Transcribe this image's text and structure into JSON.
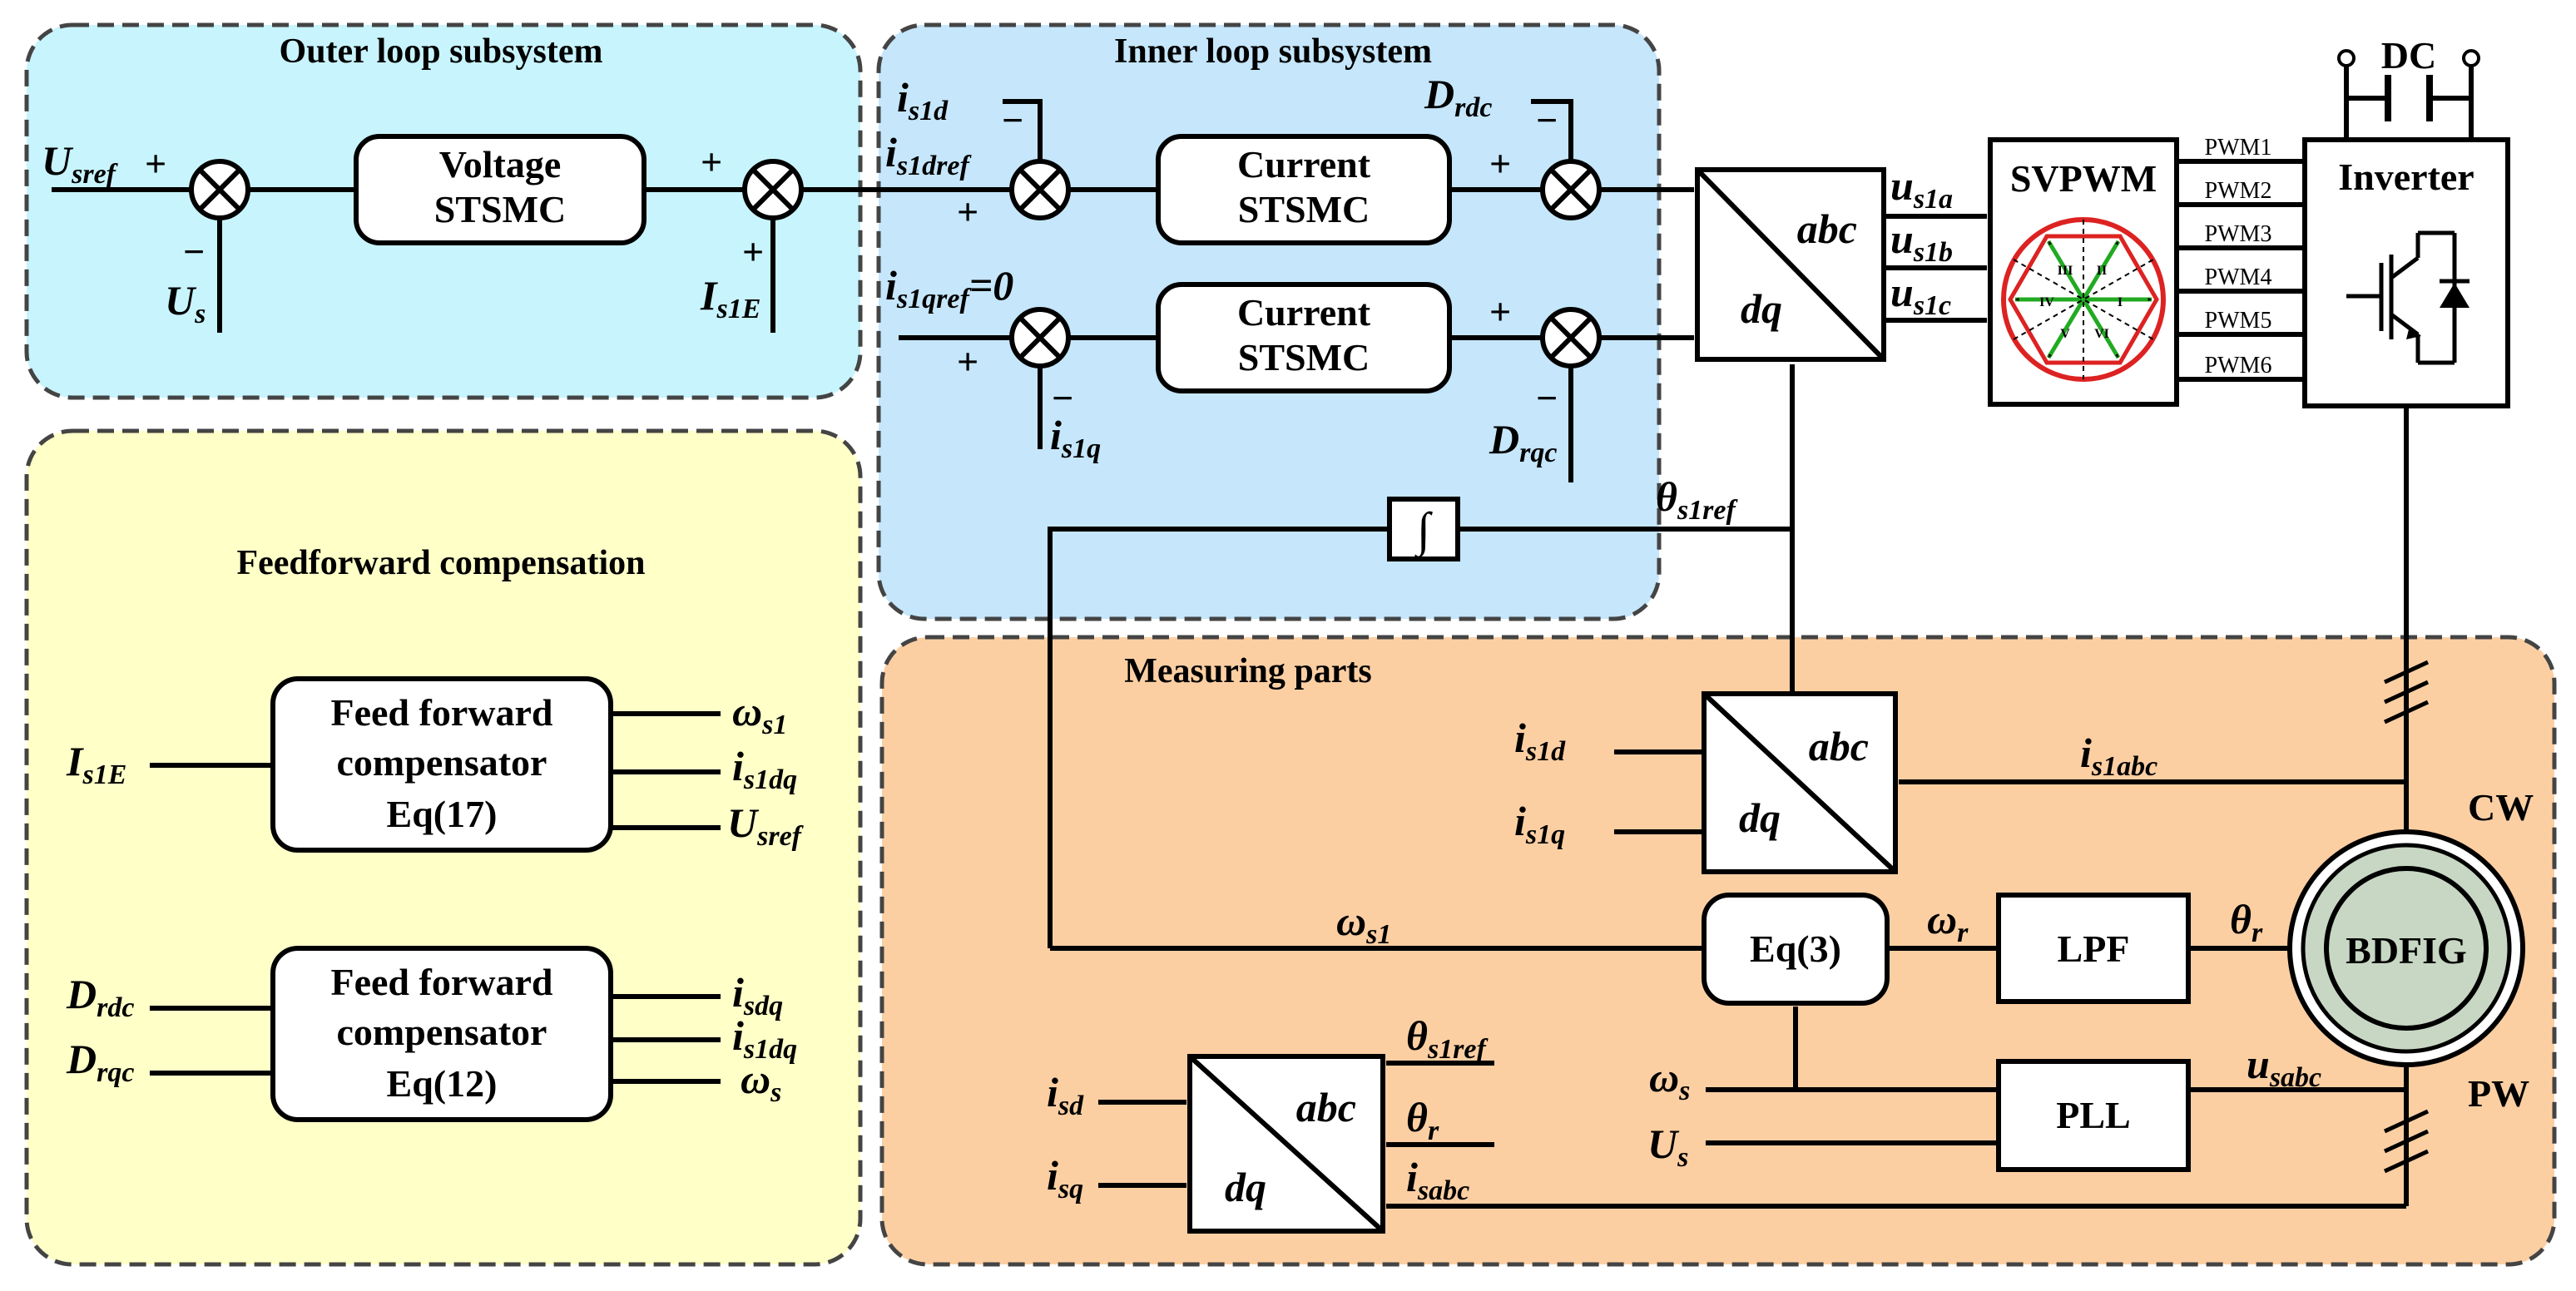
{
  "panels": {
    "outer": {
      "title": "Outer loop subsystem",
      "color": "#c8f4fd"
    },
    "inner": {
      "title": "Inner loop subsystem",
      "color": "#c5e6fb"
    },
    "feedforward": {
      "title": "Feedforward compensation",
      "color": "#ffffc8"
    },
    "measuring": {
      "title": "Measuring parts",
      "color": "#fccfa3"
    }
  },
  "blocks": {
    "voltage_stsmc": [
      "Voltage",
      "STSMC"
    ],
    "current_stsmc_d": [
      "Current",
      "STSMC"
    ],
    "current_stsmc_q": [
      "Current",
      "STSMC"
    ],
    "svpwm": "SVPWM",
    "inverter": "Inverter",
    "dc": "DC",
    "integrator": "∫",
    "eq3": "Eq(3)",
    "lpf": "LPF",
    "pll": "PLL",
    "machine": "BDFIG",
    "ff17": [
      "Feed forward",
      "compensator",
      "Eq(17)"
    ],
    "ff12": [
      "Feed forward",
      "compensator",
      "Eq(12)"
    ],
    "transform_abc": "abc",
    "transform_dq": "dq"
  },
  "pwm": [
    "PWM1",
    "PWM2",
    "PWM3",
    "PWM4",
    "PWM5",
    "PWM6"
  ],
  "sectors": [
    "I",
    "II",
    "III",
    "IV",
    "V",
    "VI"
  ],
  "ports": {
    "cw": "CW",
    "pw": "PW"
  },
  "signs": {
    "plus": "+",
    "minus": "−"
  },
  "signals": {
    "usref": {
      "base": "U",
      "sub": "sref"
    },
    "us_fb": {
      "base": "U",
      "sub": "s"
    },
    "is1e": {
      "base": "I",
      "sub": "s1E"
    },
    "is1d": {
      "base": "i",
      "sub": "s1d"
    },
    "is1dref": {
      "base": "i",
      "sub": "s1dref"
    },
    "is1qref": {
      "base": "i",
      "sub": "s1qref",
      "suffix": "=0"
    },
    "is1q": {
      "base": "i",
      "sub": "s1q"
    },
    "drdc": {
      "base": "D",
      "sub": "rdc"
    },
    "drqc": {
      "base": "D",
      "sub": "rqc"
    },
    "us1a": {
      "base": "u",
      "sub": "s1a"
    },
    "us1b": {
      "base": "u",
      "sub": "s1b"
    },
    "us1c": {
      "base": "u",
      "sub": "s1c"
    },
    "theta_s1ref": {
      "base": "θ",
      "sub": "s1ref"
    },
    "is1abc": {
      "base": "i",
      "sub": "s1abc"
    },
    "omega_s1": {
      "base": "ω",
      "sub": "s1"
    },
    "omega_r": {
      "base": "ω",
      "sub": "r"
    },
    "theta_r": {
      "base": "θ",
      "sub": "r"
    },
    "omega_s": {
      "base": "ω",
      "sub": "s"
    },
    "us_out": {
      "base": "U",
      "sub": "s"
    },
    "usabc": {
      "base": "u",
      "sub": "sabc"
    },
    "isd": {
      "base": "i",
      "sub": "sd"
    },
    "isq": {
      "base": "i",
      "sub": "sq"
    },
    "isabc": {
      "base": "i",
      "sub": "sabc"
    },
    "isdq": {
      "base": "i",
      "sub": "sdq"
    },
    "is1dq": {
      "base": "i",
      "sub": "s1dq"
    },
    "omega_s_ff": {
      "base": "ω",
      "sub": "s"
    }
  }
}
